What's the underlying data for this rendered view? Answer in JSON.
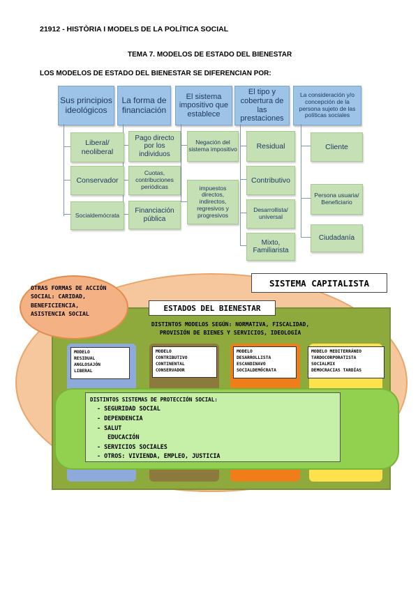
{
  "header": "21912 - HISTÒRIA I MODELS DE LA POLÍTICA SOCIAL",
  "topic_title": "TEMA 7. MODELOS DE ESTADO DEL BIENESTAR",
  "subtitle": "LOS MODELOS DE ESTADO DEL BIENESTAR SE DIFERENCIAN POR:",
  "columns": [
    {
      "head": "Sus principios ideológicos",
      "items": [
        "Liberal/ neoliberal",
        "Conservador",
        "Socialdemócrata"
      ]
    },
    {
      "head": "La forma de financiación",
      "items": [
        "Pago directo por los individuos",
        "Cuotas, contribuciones periódicas",
        "Financiación pública"
      ]
    },
    {
      "head": "El sistema impositivo que establece",
      "items": [
        "Negación del sistema impositivo",
        "impuestos directos, indirectos, regresivos y progresivos"
      ]
    },
    {
      "head": "El tipo y cobertura de las prestaciones",
      "items": [
        "Residual",
        "Contributivo",
        "Desarrollista/ universal",
        "Mixto, Familiarista"
      ]
    },
    {
      "head": "La consideración y/o concepción de la persona sujeto de las políticas sociales",
      "items": [
        "Cliente",
        "Persona usuaria/ Beneficiario",
        "Ciudadanía"
      ]
    }
  ],
  "capitalism": {
    "title": "SISTEMA CAPITALISTA",
    "other_forms": "OTRAS FORMAS DE ACCIÓN SOCIAL: CARIDAD, BENEFICIENCIA, ASISTENCIA SOCIAL",
    "welfare_title": "ESTADOS DEL BIENESTAR",
    "models_line1": "DISTINTOS MODELOS SEGÚN: NORMATIVA, FISCALIDAD,",
    "models_line2": "PROVISIÓN DE BIENES Y SERVICIOS, IDEOLOGÍA",
    "models": [
      {
        "lines": [
          "MODELO",
          "RESIDUAL",
          "ANGLOSAJÓN",
          "LIBERAL"
        ],
        "color": "#8eaadb"
      },
      {
        "lines": [
          "MODELO",
          "CONTRIBUTIVO",
          "CONTINENTAL",
          "CONSERVADOR"
        ],
        "color": "#8c7a3c"
      },
      {
        "lines": [
          "MODELO",
          "DESARROLLISTA",
          "ESCANDINAVO",
          "SOCIALDEMÓCRATA"
        ],
        "color": "#ef7d1a"
      },
      {
        "lines": [
          "MODELO MEDITERRÁNEO",
          "TARDOCORPORATISTA",
          "SOCIALMIX",
          "DEMOCRACIAS TARDÍAS"
        ],
        "color": "#ffe14d"
      }
    ],
    "protection_title": "DISTINTOS SISTEMAS DE PROTECCIÓN SOCIAL:",
    "protection_items": [
      "-  SEGURIDAD SOCIAL",
      "-  DEPENDENCIA",
      "-  SALUT",
      "   EDUCACIÓN",
      "-  SERVICIOS SOCIALES",
      "-  OTROS: VIVIENDA, EMPLEO, JUSTICIA"
    ]
  }
}
